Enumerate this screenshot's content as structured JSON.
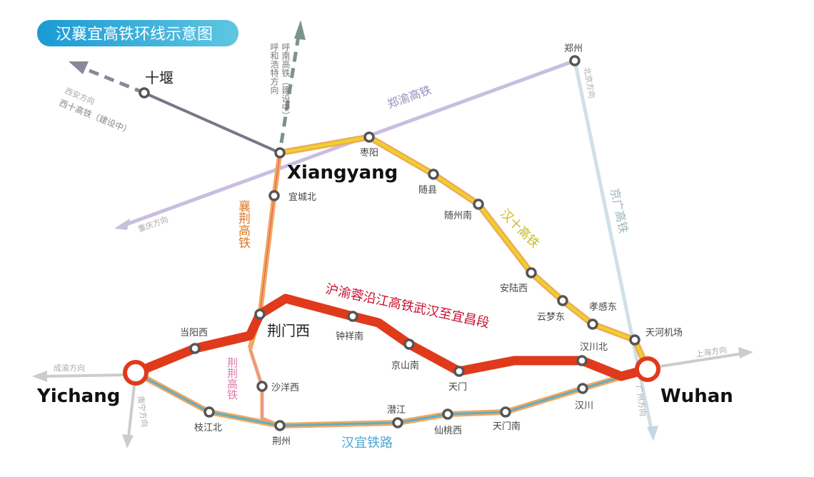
{
  "title": "汉襄宜高铁环线示意图",
  "colors": {
    "red_line": "#e03a1c",
    "hanshi_yellow": "#e8d42a",
    "orange": "#f2a85a",
    "hanyi_blue": "#5aaed0",
    "zhengyu_purple": "#c9bde0",
    "jingguang_blue": "#cfe0e8",
    "title_bg": "#2aa8d8"
  },
  "cities": {
    "xiangyang": "Xiangyang",
    "yichang": "Yichang",
    "wuhan": "Wuhan"
  },
  "major": {
    "shiyan": "十堰",
    "jingmenxi": "荆门西"
  },
  "stations": {
    "zhengzhou": "郑州",
    "zaoyang": "枣阳",
    "suixian": "随县",
    "suizhounan": "随州南",
    "anluxi": "安陆西",
    "yunmengdong": "云梦东",
    "xiaogandong": "孝感东",
    "tianhe": "天河机场",
    "yichengbei": "宜城北",
    "dangyangxi": "当阳西",
    "zhongxiangnan": "钟祥南",
    "jingshannan": "京山南",
    "tianmen": "天门",
    "hanchuanbei": "汉川北",
    "shayangxi": "沙洋西",
    "zhijiangbei": "枝江北",
    "jingzhou": "荆州",
    "qianjiang": "潜江",
    "xiantaoxi": "仙桃西",
    "tianmennan": "天门南",
    "hanchuan": "汉川"
  },
  "lines": {
    "zhengyu": "郑渝高铁",
    "jingguang": "京广高铁",
    "hanshi": "汉十高铁",
    "xiangjing": "襄荆高铁",
    "jingjing": "荆荆高铁",
    "hurong": "沪渝蓉沿江高铁武汉至宜昌段",
    "hanyi": "汉宜铁路",
    "xishi": "西十高铁（建设中）",
    "hunan": "呼南高铁（建设中）"
  },
  "directions": {
    "xian": "西安方向",
    "hohhot": "呼和浩特方向",
    "beijing": "北京方向",
    "chongqing": "重庆方向",
    "chengyu": "成渝方向",
    "nanning": "南宁方向",
    "shanghai": "上海方向",
    "guangzhou": "广州方向"
  }
}
